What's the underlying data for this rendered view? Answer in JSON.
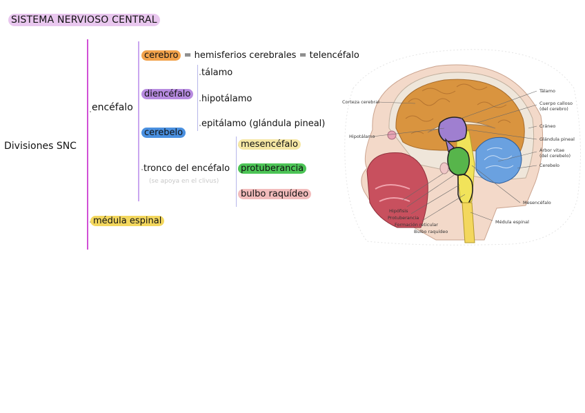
{
  "title": "SISTEMA NERVIOSO CENTRAL",
  "root": "Divisiones SNC",
  "nodes": {
    "encefalo": "encéfalo",
    "cerebro": "cerebro",
    "cerebro_rest": "= hemisferios cerebrales = telencéfalo",
    "diencefalo": "diencéfalo",
    "talamo": "tálamo",
    "hipotalamo": "hipotálamo",
    "epitalamo": "epitálamo (glándula pineal)",
    "cerebelo": "cerebelo",
    "tronco": "tronco del encéfalo",
    "tronco_hint": "(se apoya en el clivus)",
    "mesencefalo": "mesencéfalo",
    "protuberancia": "protuberancia",
    "bulbo": "bulbo raquídeo",
    "medula": "médula espinal"
  },
  "figure": {
    "labels": {
      "corteza": "Corteza cerebral",
      "hipotalamo": "Hipotálamo",
      "hipofisis": "Hipófisis",
      "protuberancia": "Protuberancia",
      "formacion": "Formación reticular",
      "bulbo": "Bulbo raquídeo",
      "talamo": "Tálamo",
      "cuerpo1": "Cuerpo calloso",
      "cuerpo2": "(del cerebro)",
      "craneo": "Cráneo",
      "pineal": "Glándula pineal",
      "arbor1": "Árbor vitae",
      "arbor2": "(del cerebelo)",
      "cerebelo": "Cerebelo",
      "mesencefalo": "Mesencéfalo",
      "medula": "Médula espinal"
    }
  },
  "colors": {
    "title_bg": "#e9c7ef",
    "main_line": "#d04fd6",
    "sub_line": "#c9a6ef",
    "sub_line2": "#b6b6ea",
    "cerebro": "#f2a24b",
    "diencefalo": "#b78be0",
    "cerebelo": "#4a90e0",
    "mesencefalo": "#f5e7a4",
    "protuberancia": "#4cc456",
    "bulbo": "#f2bcbc",
    "medula": "#f3d75e"
  }
}
